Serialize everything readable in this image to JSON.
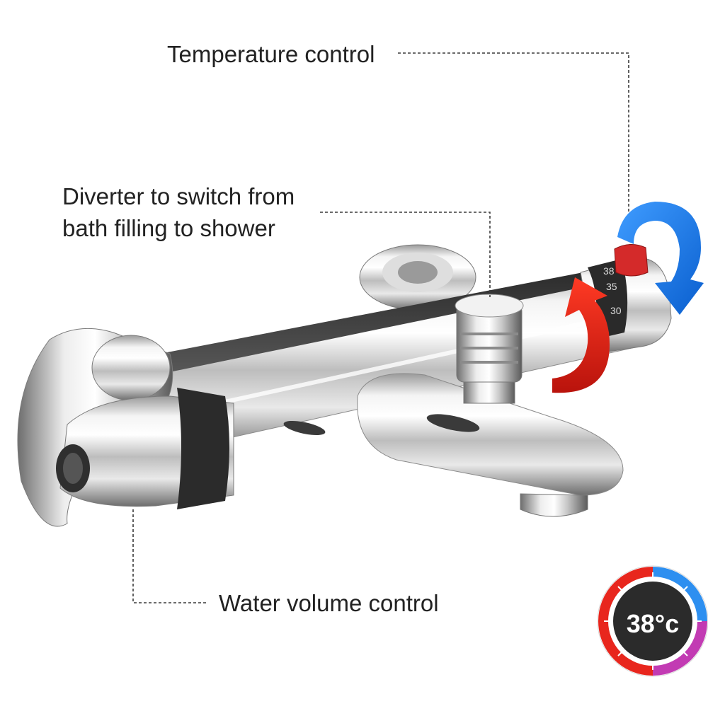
{
  "callouts": {
    "temperature": "Temperature control",
    "diverter_line1": "Diverter to switch from",
    "diverter_line2": "bath filling to shower",
    "volume": "Water volume control"
  },
  "dial_scale": [
    "38",
    "35",
    "30"
  ],
  "badge": {
    "temperature_reading": "38°c"
  },
  "colors": {
    "hot_arrow": "#e8261d",
    "cold_arrow": "#1e7ee8",
    "chrome_dark": "#2a2a2a",
    "badge_center": "#2b2b2b"
  }
}
